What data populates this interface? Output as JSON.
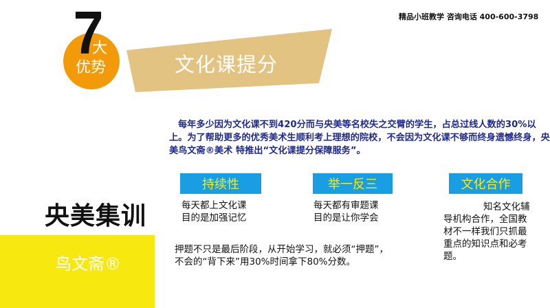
{
  "header": {
    "contact": "精品小班教学 咨询电话 400-600-3798"
  },
  "badge": {
    "number": "7",
    "char_top": "大",
    "char_bottom": "优势",
    "circle_color": "#f29a0a"
  },
  "banner": {
    "title": "文化课提分",
    "color": "#e2c382"
  },
  "intro": {
    "text": "每年多少因为文化课不到420分而与央美等名校失之交臂的学生，占总过线人数的30%以上。为了帮助更多的优秀美术生顺利考上理想的院校，不会因为文化课不够而终身遗憾终身，央美鸟文斋®美术 特推出“文化课提分保障服务”。"
  },
  "features": [
    {
      "tag": "持续性",
      "line1": "每天都上文化课",
      "line2": "目的是加强记忆"
    },
    {
      "tag": "举一反三",
      "line1": "每天都有审题课",
      "line2": "目的是让你学会"
    },
    {
      "tag": "文化合作",
      "text": "知名文化辅导机构合作，全国教材不一样我们只抓最重点的知识点和必考题。"
    }
  ],
  "colors": {
    "tag_bg": "#1a9ee3",
    "tag_text": "#ffec00",
    "intro_text": "#1f2a8a",
    "yellow_block": "#f7e80f"
  },
  "school": {
    "title": "央美集训",
    "brand": "鸟文斋®"
  },
  "bottom": {
    "line1": "押题不只是最后阶段，从开始学习，就必须“押题”，",
    "line2": "不会的“背下来”用30%时间拿下80%分数。"
  }
}
